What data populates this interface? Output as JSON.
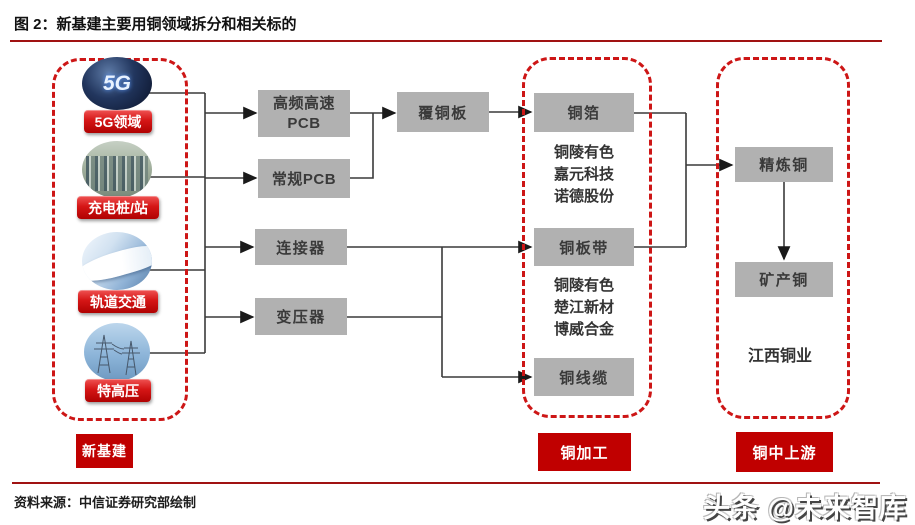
{
  "title": "图 2：新基建主要用铜领域拆分和相关标的",
  "source": "资料来源：中信证券研究部绘制",
  "watermark": "头条 @未来智库",
  "sectors": {
    "group_label": "新基建",
    "items": [
      {
        "label": "5G领域",
        "image_text": "5G"
      },
      {
        "label": "充电桩/站"
      },
      {
        "label": "轨道交通"
      },
      {
        "label": "特高压"
      }
    ]
  },
  "midstream": {
    "pcb_hf_line1": "高频高速",
    "pcb_hf_line2": "PCB",
    "pcb_std": "常规PCB",
    "connector": "连接器",
    "transformer": "变压器",
    "ccl": "覆铜板"
  },
  "processing": {
    "group_label": "铜加工",
    "foil": {
      "name": "铜箔",
      "companies": [
        "铜陵有色",
        "嘉元科技",
        "诺德股份"
      ]
    },
    "strip": {
      "name": "铜板带",
      "companies": [
        "铜陵有色",
        "楚江新材",
        "博威合金"
      ]
    },
    "cable": {
      "name": "铜线缆"
    }
  },
  "upstream": {
    "group_label": "铜中上游",
    "refined": "精炼铜",
    "mined": "矿产铜",
    "company": "江西铜业"
  },
  "colors": {
    "accent_red": "#c00000",
    "dashed_red": "#cd1616",
    "rule_red": "#a01212",
    "box_gray": "#b1b1b1",
    "line_dark": "#3a3a3a"
  }
}
